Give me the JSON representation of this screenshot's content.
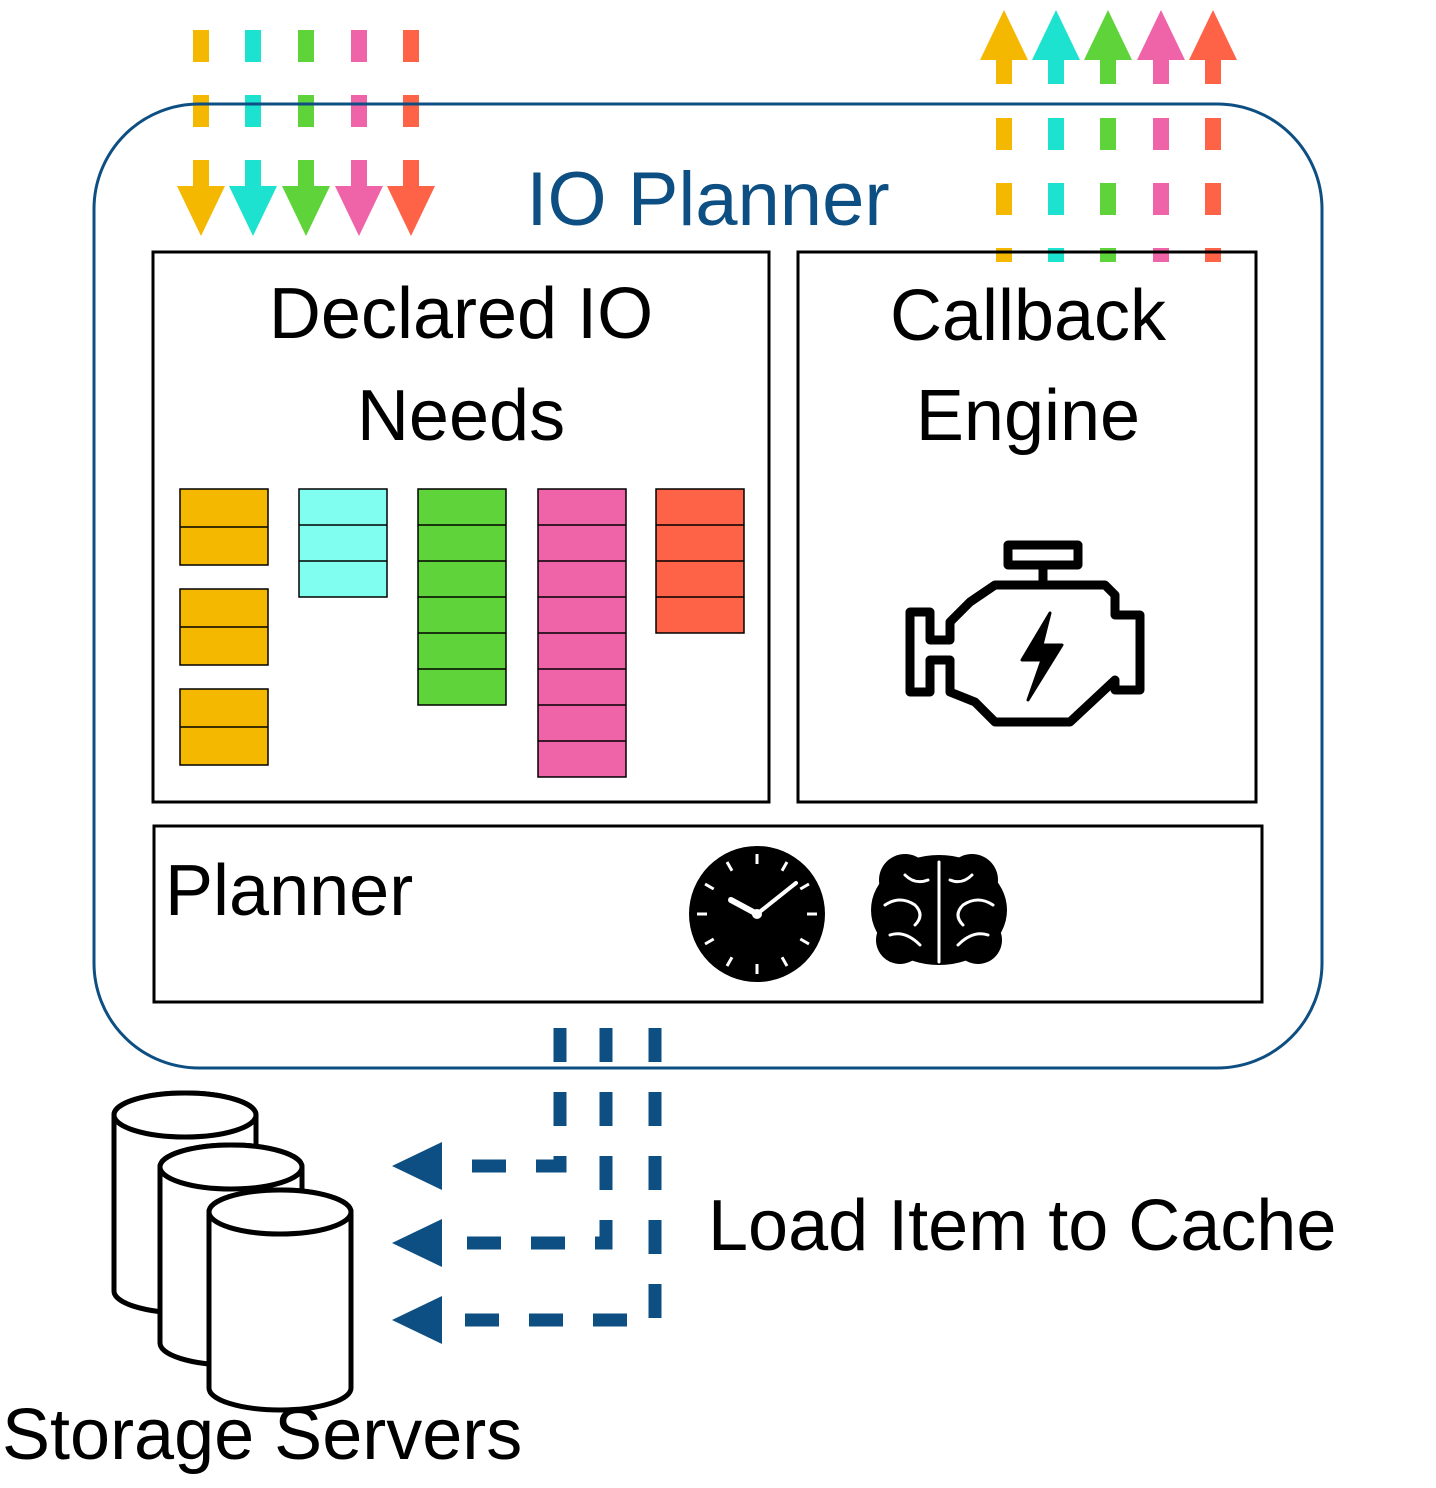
{
  "colors": {
    "stream": [
      "#f5b800",
      "#1de2cf",
      "#5fd43a",
      "#ef63a8",
      "#ff6347"
    ],
    "needs_fill": [
      "#f5b800",
      "#80fff0",
      "#5fd43a",
      "#ef63a8",
      "#ff6347"
    ],
    "accent": "#0d4f82",
    "outline": "#000000"
  },
  "io_planner": {
    "title": "IO Planner"
  },
  "declared_io": {
    "title_line1": "Declared IO",
    "title_line2": "Needs",
    "columns": [
      {
        "stream": 0,
        "stacks": [
          2,
          2,
          2
        ]
      },
      {
        "stream": 1,
        "stacks": [
          3
        ]
      },
      {
        "stream": 2,
        "stacks": [
          6
        ]
      },
      {
        "stream": 3,
        "stacks": [
          8
        ]
      },
      {
        "stream": 4,
        "stacks": [
          4
        ]
      }
    ]
  },
  "callback_engine": {
    "title_line1": "Callback",
    "title_line2": "Engine",
    "icon": "engine-icon"
  },
  "planner": {
    "title": "Planner",
    "icons": [
      "clock-icon",
      "brain-icon"
    ]
  },
  "storage": {
    "label": "Storage Servers",
    "icon": "database-icon",
    "count": 3
  },
  "load_arrows": {
    "label": "Load Item to Cache",
    "count": 3
  },
  "input_arrows": {
    "direction": "down",
    "count": 5
  },
  "output_arrows": {
    "direction": "up",
    "count": 5
  }
}
